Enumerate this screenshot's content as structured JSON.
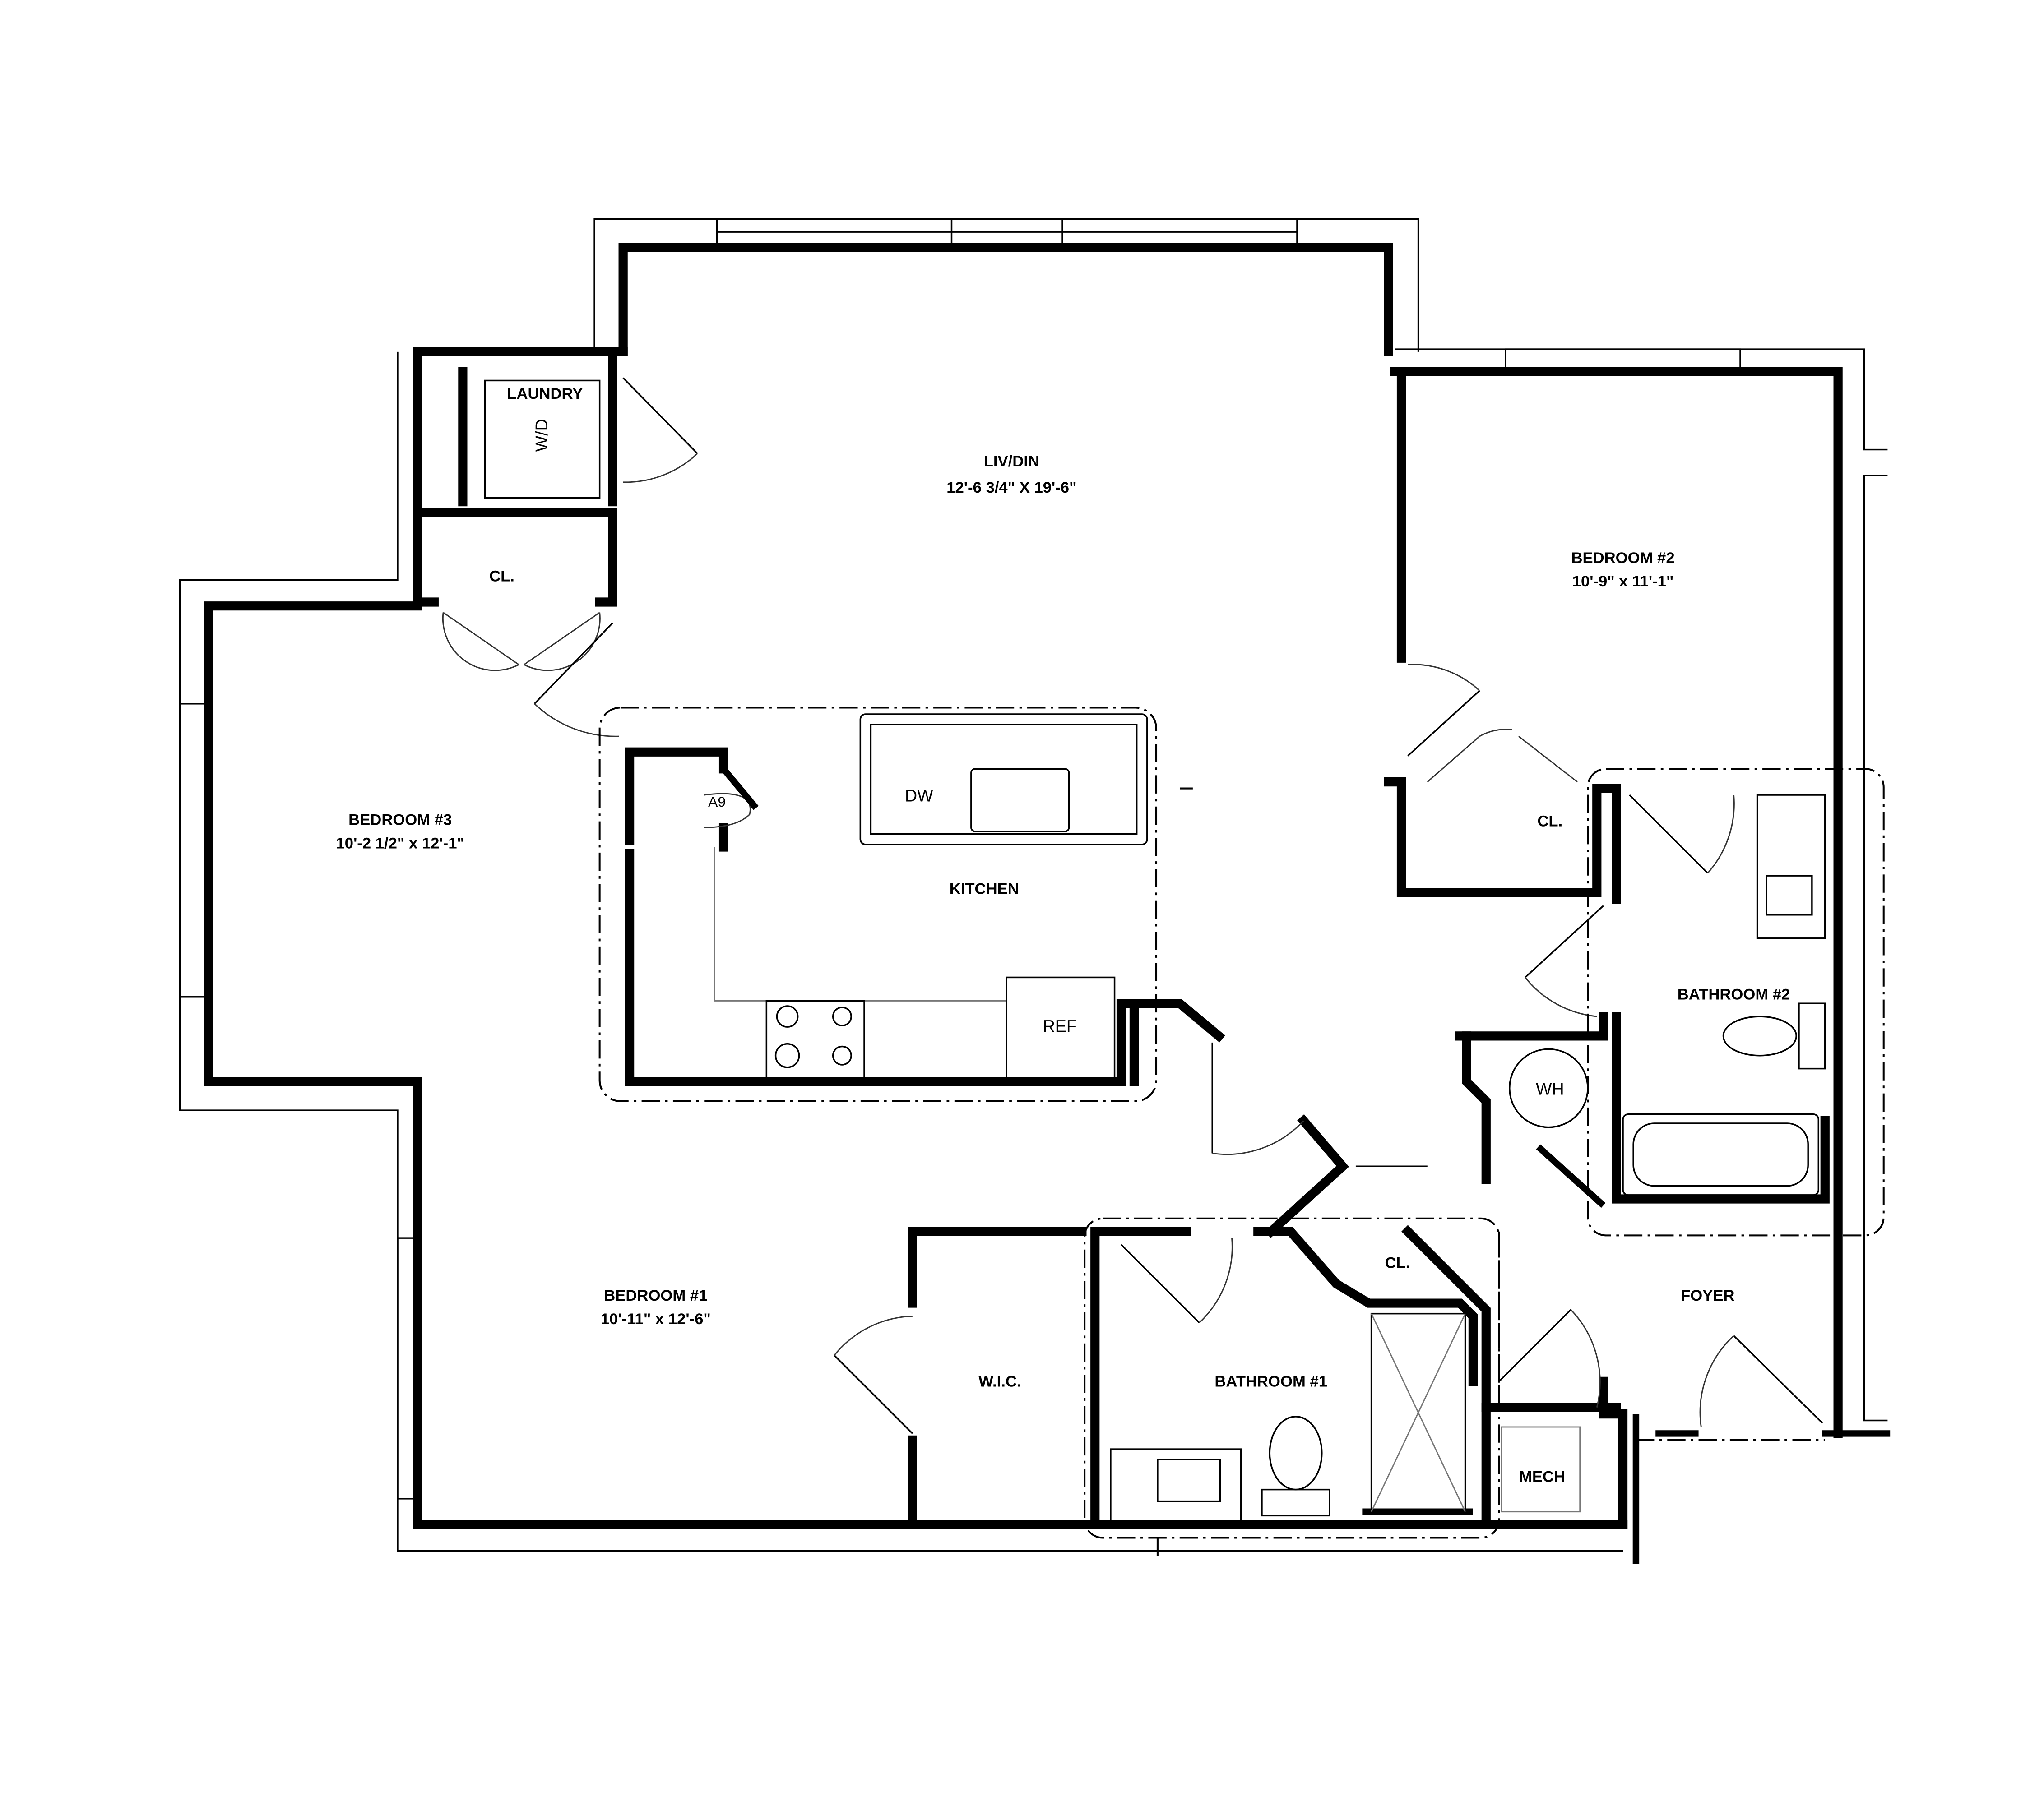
{
  "rooms": {
    "liv_din": {
      "name": "LIV/DIN",
      "size": "12'-6 3/4\" X 19'-6\""
    },
    "bedroom2": {
      "name": "BEDROOM #2",
      "size": "10'-9\" x 11'-1\""
    },
    "bedroom3": {
      "name": "BEDROOM #3",
      "size": "10'-2 1/2\" x 12'-1\""
    },
    "bedroom1": {
      "name": "BEDROOM #1",
      "size": "10'-11\" x 12'-6\""
    },
    "laundry": "LAUNDRY",
    "closet_laundry": "CL.",
    "closet_bedroom2": "CL.",
    "closet_bathroom1": "CL.",
    "kitchen": "KITCHEN",
    "bathroom2": "BATHROOM #2",
    "bathroom1": "BATHROOM #1",
    "wic": "W.I.C.",
    "foyer": "FOYER",
    "mech": "MECH"
  },
  "fixtures": {
    "washer_dryer": "W/D",
    "dishwasher": "DW",
    "refrigerator": "REF",
    "water_heater": "WH",
    "pantry_tag": "A9"
  }
}
